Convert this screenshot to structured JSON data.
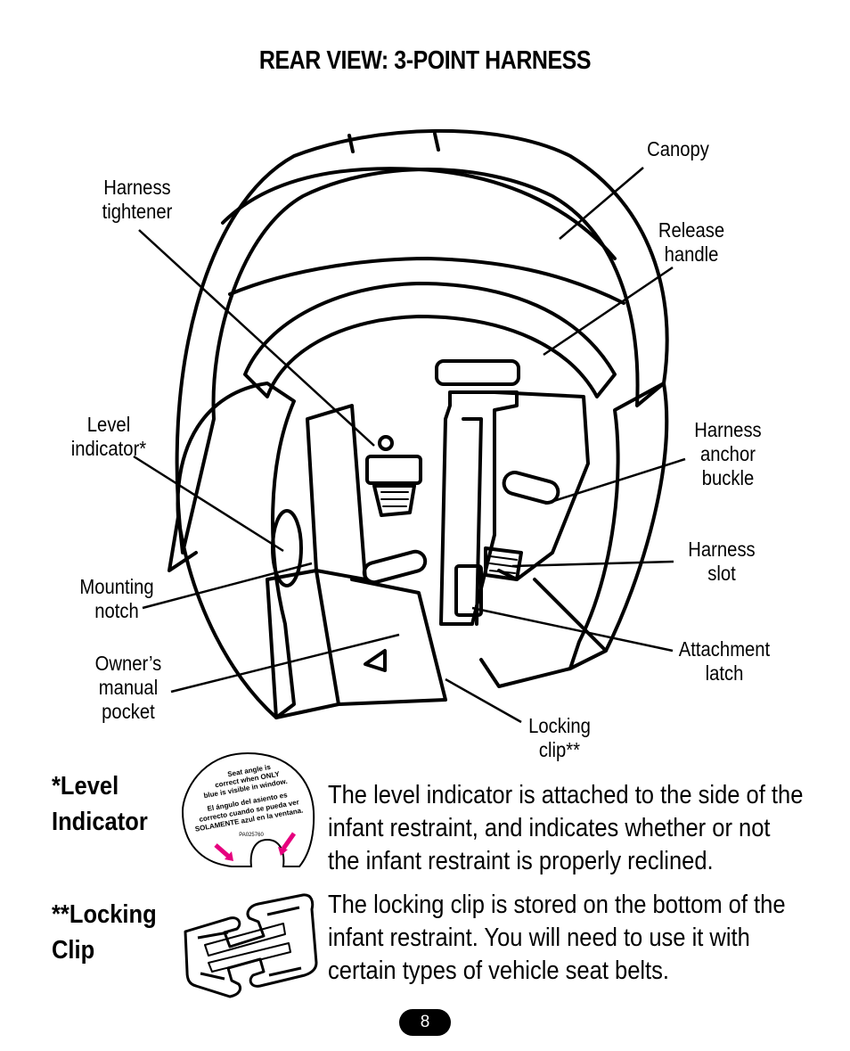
{
  "title": "REAR VIEW: 3-POINT HARNESS",
  "callouts": {
    "canopy": "Canopy",
    "harness_tightener": "Harness\ntightener",
    "release_handle": "Release\nhandle",
    "level_indicator": "Level\nindicator*",
    "harness_anchor_buckle": "Harness\nanchor\nbuckle",
    "harness_slot": "Harness\nslot",
    "mounting_notch": "Mounting\nnotch",
    "attachment_latch": "Attachment\nlatch",
    "owners_manual_pocket": "Owner’s\nmanual\npocket",
    "locking_clip": "Locking\nclip**"
  },
  "sticker": {
    "line1": "Seat angle is",
    "line2": "correct when ONLY",
    "line3": "blue is visible in window.",
    "line4": "El ángulo del asiento es",
    "line5": "correcto cuando se pueda ver",
    "line6": "SOLAMENTE azul en la ventana.",
    "code": "PA025760",
    "accent": "#e6007e"
  },
  "level_indicator": {
    "heading": "*Level\n  Indicator",
    "text": "The level indicator is attached to the side of the infant restraint, and indicates whether or not the infant restraint is properly reclined."
  },
  "locking_clip": {
    "heading": "**Locking\n    Clip",
    "text": "The locking clip is stored on the bottom of the infant restraint. You will need to use it with certain types of vehicle seat belts."
  },
  "page_number": "8"
}
